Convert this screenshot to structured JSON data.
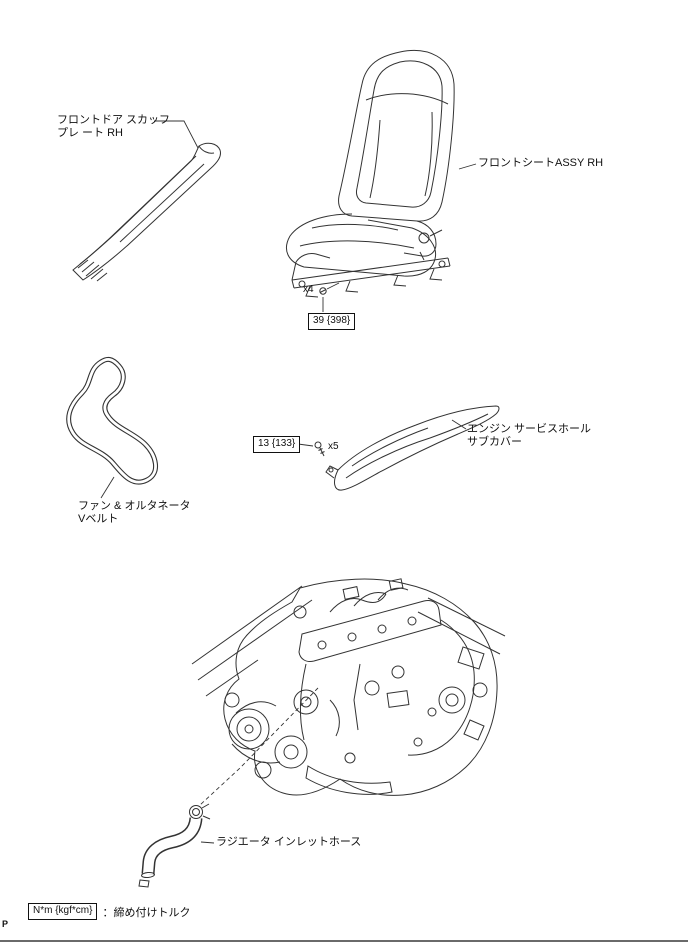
{
  "page": {
    "marker": "P"
  },
  "parts": {
    "scuff_plate": {
      "label_line1": "フロントドア スカッフ",
      "label_line2": "プレ ート RH"
    },
    "front_seat": {
      "label": "フロントシートASSY RH",
      "bolt_count": "x4",
      "torque": "39 {398}"
    },
    "v_belt": {
      "label_line1": "ファン & オルタネータ",
      "label_line2": "Vベルト"
    },
    "subcover": {
      "label_line1": "エンジン サービスホール",
      "label_line2": "サブカバー",
      "bolt_count": "x5",
      "torque": "13 {133}"
    },
    "radiator_hose": {
      "label": "ラジエータ インレットホース"
    }
  },
  "legend": {
    "unit": "N*m {kgf*cm}",
    "description": "：締め付けトルク"
  }
}
